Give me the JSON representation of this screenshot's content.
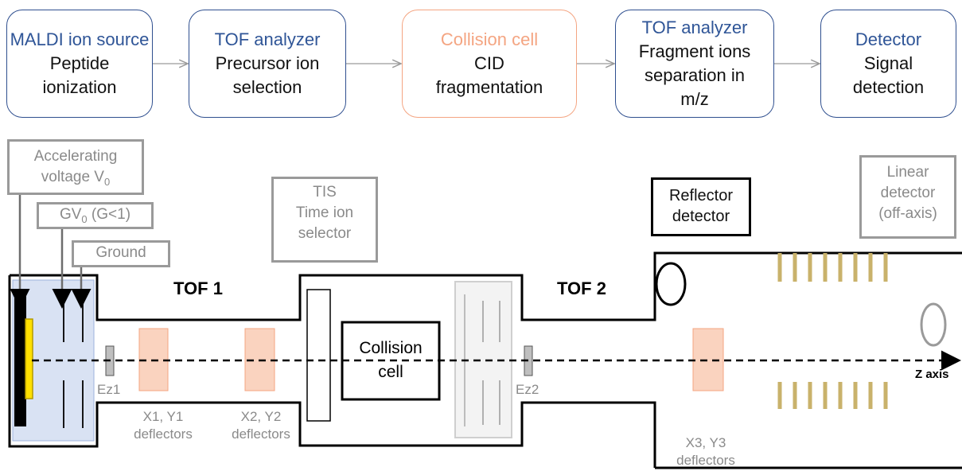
{
  "flow": [
    {
      "title": "MALDI ion source",
      "desc": "Peptide\nionization",
      "accent": "#2F5597"
    },
    {
      "title": "TOF analyzer",
      "desc": "Precursor ion\nselection",
      "accent": "#2F5597"
    },
    {
      "title": "Collision cell",
      "desc": "CID\nfragmentation",
      "accent": "#F4A582"
    },
    {
      "title": "TOF analyzer",
      "desc": "Fragment ions\nseparation in\nm/z",
      "accent": "#2F5597"
    },
    {
      "title": "Detector",
      "desc": "Signal\ndetection",
      "accent": "#2F5597"
    }
  ],
  "labels": {
    "accelerating_voltage": "Accelerating voltage V",
    "accelerating_sub": "0",
    "gv0_prefix": "GV",
    "gv0_sub": "0",
    "gv0_suffix": " (G<1)",
    "ground": "Ground",
    "tis": "TIS\nTime ion\nselector",
    "reflector_detector": "Reflector\ndetector",
    "linear_detector": "Linear\ndetector\n(off-axis)",
    "tof1": "TOF 1",
    "tof2": "TOF 2",
    "collision_cell": "Collision\ncell",
    "ez1": "Ez1",
    "ez2": "Ez2",
    "xy1": "X1, Y1\ndeflectors",
    "xy2": "X2, Y2\ndeflectors",
    "xy3": "X3, Y3\ndeflectors",
    "z_axis": "Z axis"
  },
  "colors": {
    "flow_border": "#2F4F8F",
    "flow_title": "#2F5597",
    "collision_accent": "#F4A582",
    "deflector_fill": "#FAD3BF",
    "source_fill": "#D9E2F3",
    "reflectron_ring": "#C9B26B",
    "label_gray": "#8a8a8a"
  }
}
